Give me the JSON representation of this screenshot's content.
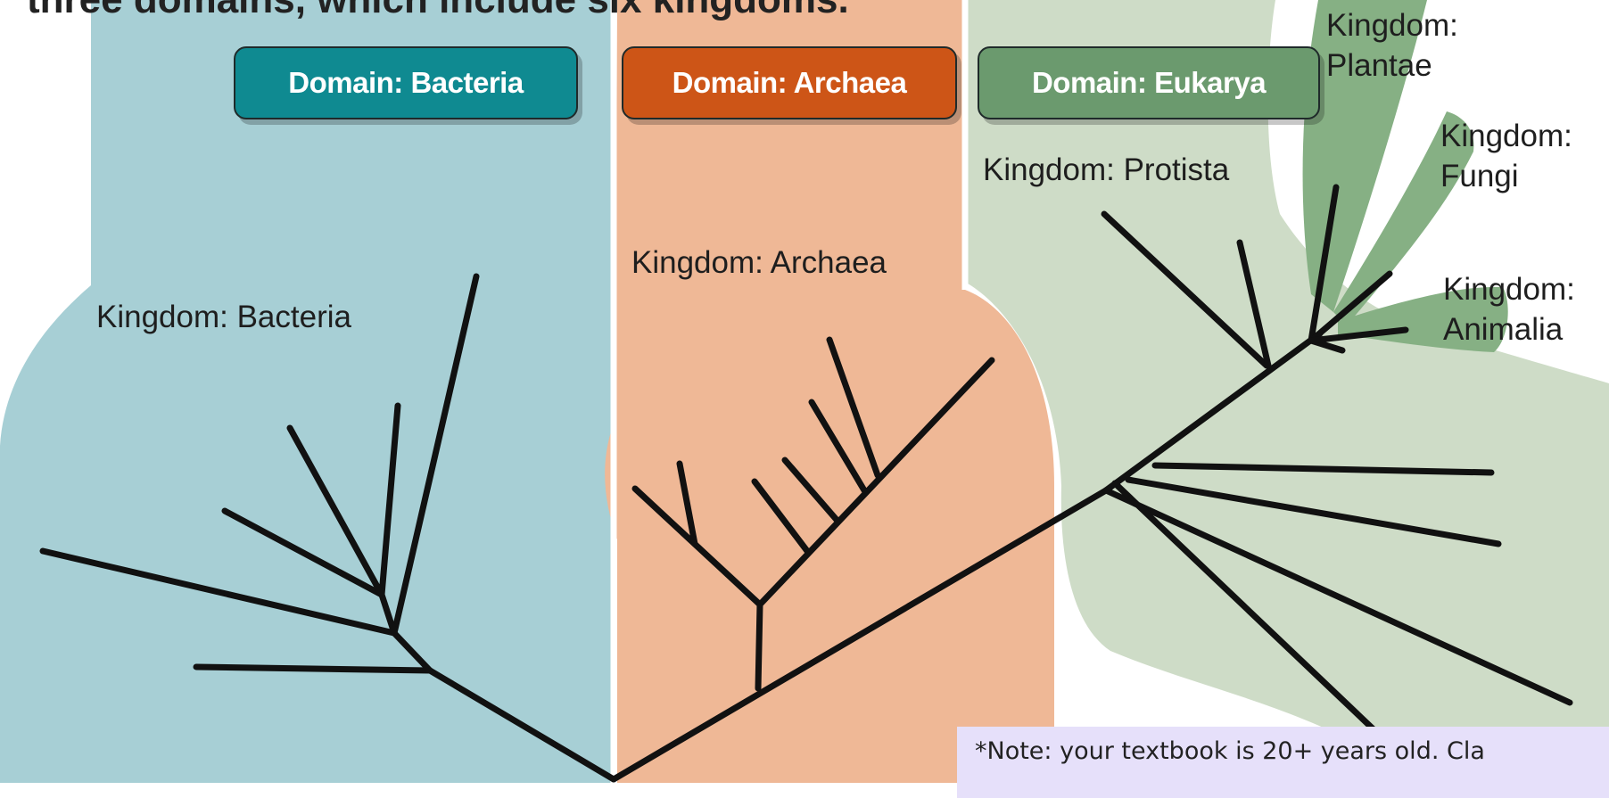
{
  "header": {
    "text": "three domains, which include six kingdoms."
  },
  "domains": [
    {
      "label": "Domain: Bacteria",
      "color": "#0f8a91"
    },
    {
      "label": "Domain: Archaea",
      "color": "#cd5517"
    },
    {
      "label": "Domain: Eukarya",
      "color": "#6b9a6e"
    }
  ],
  "kingdoms": {
    "bacteria": "Kingdom: Bacteria",
    "archaea": "Kingdom: Archaea",
    "protista": "Kingdom: Protista",
    "plantae_line1": "Kingdom:",
    "plantae_line2": "Plantae",
    "fungi_line1": "Kingdom:",
    "fungi_line2": "Fungi",
    "animalia_line1": "Kingdom:",
    "animalia_line2": "Animalia"
  },
  "regions": {
    "bacteria_color": "#a7cfd5",
    "archaea_color": "#efb896",
    "eukarya_color": "#cedcc7",
    "kingdom_lobe_color": "#86b084"
  },
  "note": {
    "text": "*Note: your textbook is 20+ years old. Cla"
  }
}
